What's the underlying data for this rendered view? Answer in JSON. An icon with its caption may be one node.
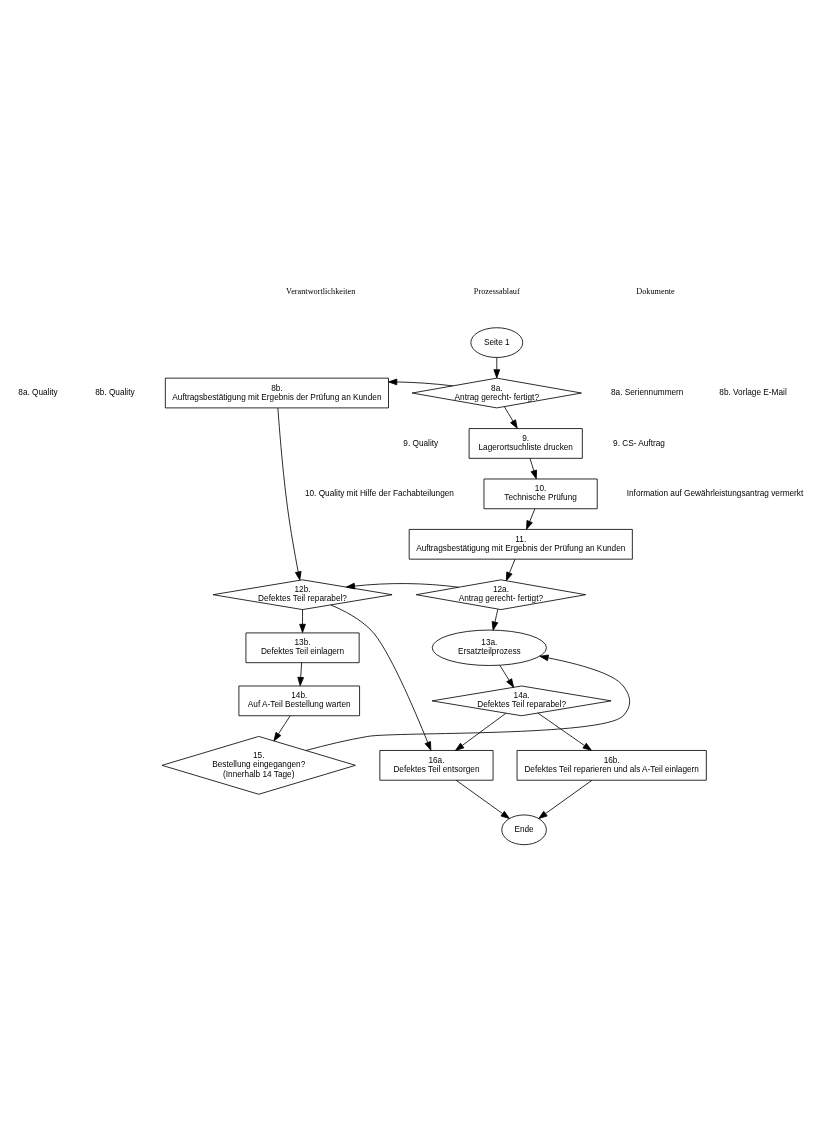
{
  "diagram": {
    "nodes": [
      {
        "text": [
          "Seite 1"
        ]
      },
      {
        "text": [
          "8a.",
          "Antrag gerecht- fertigt?"
        ]
      },
      {
        "text": [
          "8b.",
          "Auftragsbestätigung mit Ergebnis der Prüfung an Kunden"
        ]
      },
      {
        "text": [
          "9.",
          "Lagerortsuchliste drucken"
        ]
      },
      {
        "text": [
          "10.",
          "Technische Prüfung"
        ]
      },
      {
        "text": [
          "11.",
          "Auftragsbestätigung mit Ergebnis der Prüfung an Kunden"
        ]
      },
      {
        "text": [
          "12a.",
          "Antrag gerecht- fertigt?"
        ]
      },
      {
        "text": [
          "12b.",
          "Defektes Teil reparabel?"
        ]
      },
      {
        "text": [
          "13a.",
          "Ersatzteilprozess"
        ]
      },
      {
        "text": [
          "13b.",
          "Defektes Teil einlagern"
        ]
      },
      {
        "text": [
          "14a.",
          "Defektes Teil reparabel?"
        ]
      },
      {
        "text": [
          "14b.",
          "Auf A-Teil Bestellung warten"
        ]
      },
      {
        "text": [
          "15.",
          "Bestellung eingegangen?",
          "(Innerhalb 14 Tage)"
        ]
      },
      {
        "text": [
          "16a.",
          "Defektes Teil entsorgen"
        ]
      },
      {
        "text": [
          "16b.",
          "Defektes Teil reparieren und als A-Teil einlagern"
        ]
      },
      {
        "text": [
          "Ende"
        ]
      }
    ],
    "edges": [
      {
        "from": 0,
        "to": 1,
        "arrow": "to"
      },
      {
        "from": 1,
        "to": 2,
        "arrow": "to"
      },
      {
        "from": 1,
        "to": 3,
        "arrow": "to"
      },
      {
        "from": 2,
        "to": 7,
        "arrow": "to"
      },
      {
        "from": 3,
        "to": 4,
        "arrow": "to"
      },
      {
        "from": 4,
        "to": 5,
        "arrow": "to"
      },
      {
        "from": 5,
        "to": 6,
        "arrow": "to"
      },
      {
        "from": 6,
        "to": 7,
        "arrow": "to"
      },
      {
        "from": 6,
        "to": 8,
        "arrow": "to"
      },
      {
        "from": 7,
        "to": 9,
        "arrow": "to"
      },
      {
        "from": 7,
        "to": 13,
        "arrow": "to"
      },
      {
        "from": 9,
        "to": 11,
        "arrow": "to"
      },
      {
        "from": 11,
        "to": 12,
        "arrow": "to"
      },
      {
        "from": 12,
        "to": 8,
        "arrow": "to"
      },
      {
        "from": 8,
        "to": 10,
        "arrow": "to"
      },
      {
        "from": 10,
        "to": 13,
        "arrow": "to"
      },
      {
        "from": 10,
        "to": 14,
        "arrow": "to"
      },
      {
        "from": 13,
        "to": 15,
        "arrow": "to"
      },
      {
        "from": 14,
        "to": 15,
        "arrow": "to"
      }
    ],
    "labels": [
      "Verantwortlichkeiten",
      "Prozessablauf",
      "Dokumente",
      "8a. Quality",
      "8b. Quality",
      "8a. Seriennummern",
      "8b. Vorlage E-Mail",
      "9. Quality",
      "9. CS- Auftrag",
      "10. Quality mit Hilfe der Fachabteilungen",
      "Information auf Gewährleistungsantrag vermerkt"
    ]
  }
}
